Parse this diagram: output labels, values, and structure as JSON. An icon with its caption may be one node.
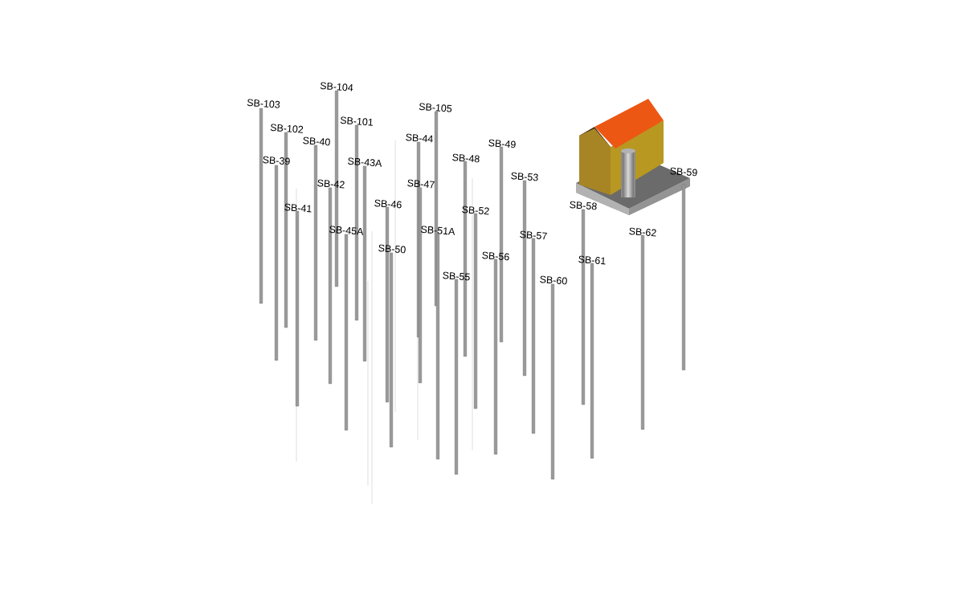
{
  "diagram": {
    "labels": [
      "SB-104",
      "SB-103",
      "SB-105",
      "SB-101",
      "SB-102",
      "SB-44",
      "SB-40",
      "SB-49",
      "SB-48",
      "SB-39",
      "SB-43A",
      "SB-59",
      "SB-53",
      "SB-42",
      "SB-47",
      "SB-46",
      "SB-58",
      "SB-41",
      "SB-52",
      "SB-45A",
      "SB-51A",
      "SB-62",
      "SB-57",
      "SB-50",
      "SB-56",
      "SB-61",
      "SB-55",
      "SB-60"
    ]
  }
}
